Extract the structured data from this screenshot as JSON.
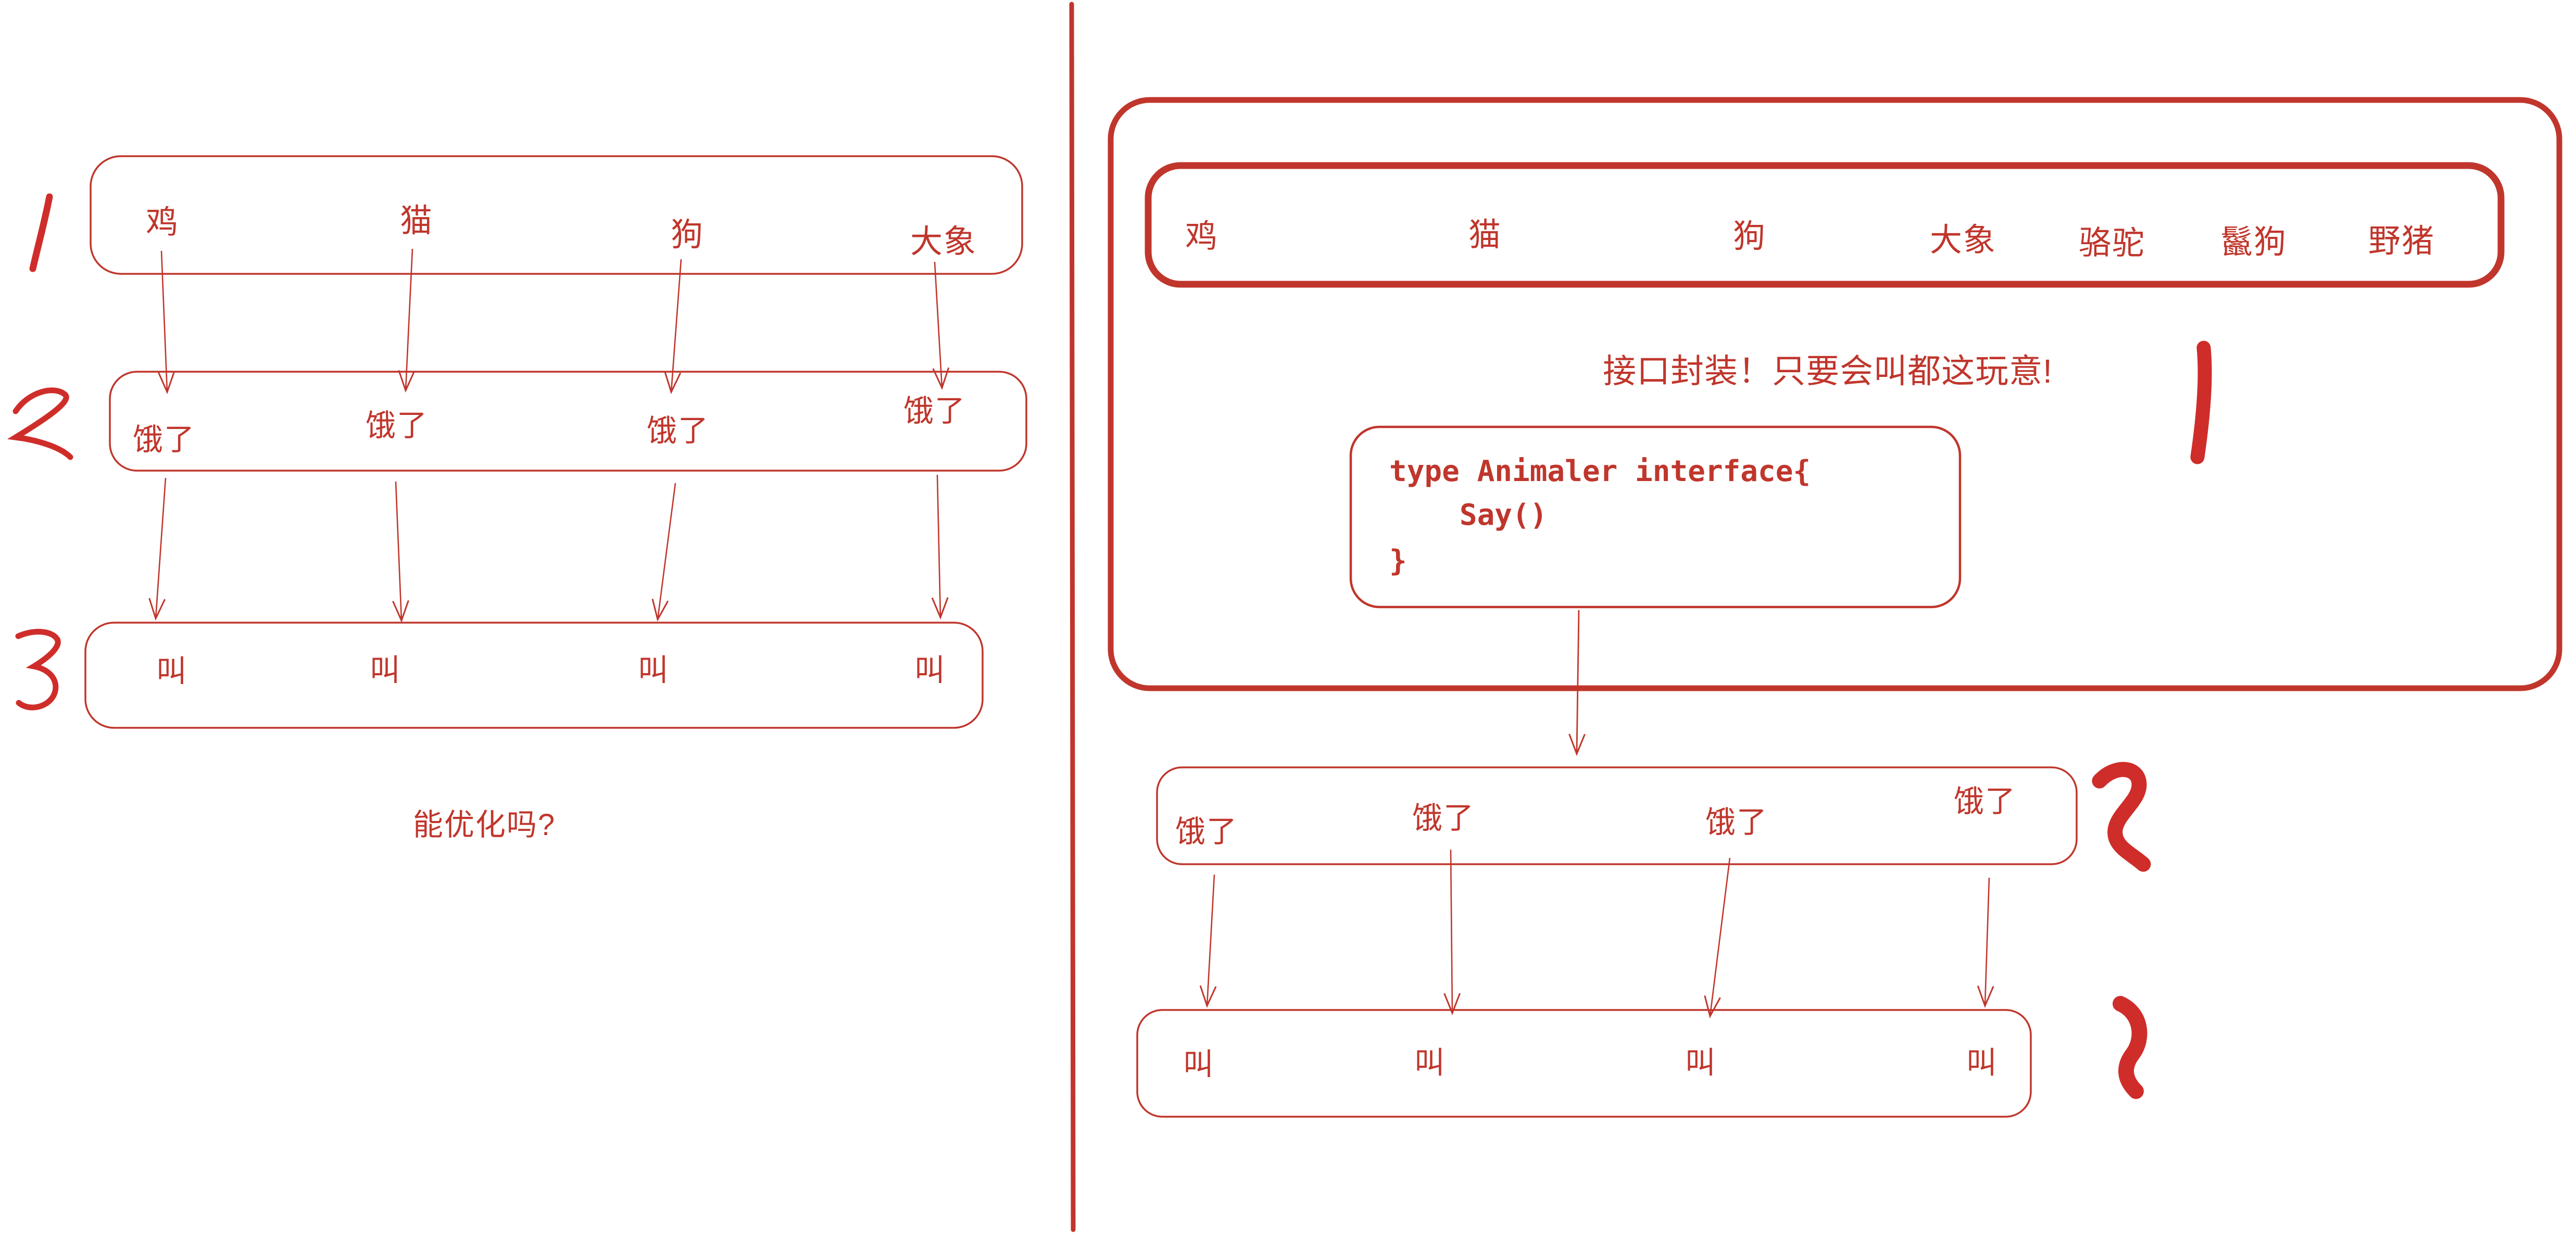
{
  "colors": {
    "ink": "#c0362c",
    "marker": "#cf2d2a",
    "background": "#ffffff"
  },
  "left_panel": {
    "step_marks": {
      "one": "1",
      "two": "2",
      "three": "3"
    },
    "animals_box": {
      "items": [
        "鸡",
        "猫",
        "狗",
        "大象"
      ]
    },
    "hungry_box": {
      "items": [
        "饿了",
        "饿了",
        "饿了",
        "饿了"
      ]
    },
    "say_box": {
      "items": [
        "叫",
        "叫",
        "叫",
        "叫"
      ]
    },
    "question": "能优化吗?"
  },
  "right_panel": {
    "animals_box": {
      "items": [
        "鸡",
        "猫",
        "狗",
        "大象",
        "骆驼",
        "鬣狗",
        "野猪"
      ]
    },
    "caption": "接口封装！只要会叫都这玩意!",
    "code_box": {
      "lines": [
        "type Animaler interface{",
        "    Say()",
        "}"
      ]
    },
    "hungry_box": {
      "items": [
        "饿了",
        "饿了",
        "饿了",
        "饿了"
      ]
    },
    "say_box": {
      "items": [
        "叫",
        "叫",
        "叫",
        "叫"
      ]
    },
    "step_marks": {
      "one": "1",
      "two": "2",
      "three": "3"
    }
  }
}
